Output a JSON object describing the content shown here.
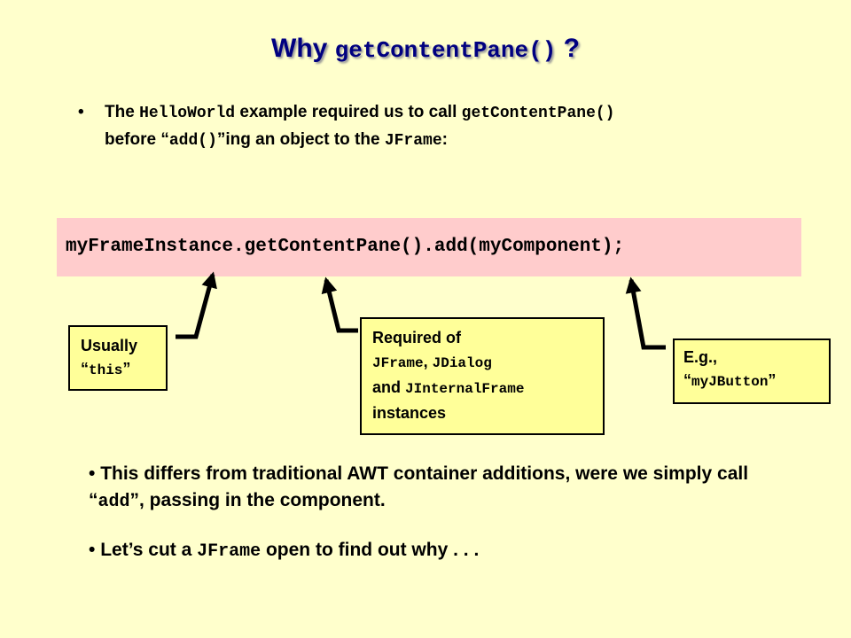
{
  "title": {
    "prefix": "Why ",
    "code": "getContentPane()",
    "suffix": " ?"
  },
  "bullet1": {
    "bullet": "•",
    "t1": "The ",
    "c1": "HelloWorld",
    "t2": " example required us to call ",
    "c2": "getContentPane()",
    "t3": "before “",
    "c3": "add()",
    "t4": "”ing an object to the ",
    "c4": "JFrame",
    "t5": ":"
  },
  "code_line": "myFrameInstance.getContentPane().add(myComponent);",
  "callouts": {
    "usually": {
      "line1": "Usually",
      "open": "“",
      "code": "this",
      "close": "”"
    },
    "required": {
      "line1": "Required of",
      "c1": "JFrame",
      "sep": ", ",
      "c2": "JDialog",
      "and": "and ",
      "c3": "JInternalFrame",
      "line4": "instances"
    },
    "eg": {
      "line1": "E.g.,",
      "open": "“",
      "code": "myJButton",
      "close": "”"
    }
  },
  "bullet2": {
    "bullet": "•",
    "t1": " This differs from traditional AWT container additions, were we simply call “",
    "c1": "add",
    "t2": "”, passing in the component."
  },
  "bullet3": {
    "bullet": "•",
    "t1": " Let’s cut a ",
    "c1": "JFrame",
    "t2": " open to find out why . . ."
  },
  "colors": {
    "background": "#ffffcc",
    "title": "#000080",
    "code_bar": "#ffcccc",
    "callout_box": "#ffff99"
  }
}
